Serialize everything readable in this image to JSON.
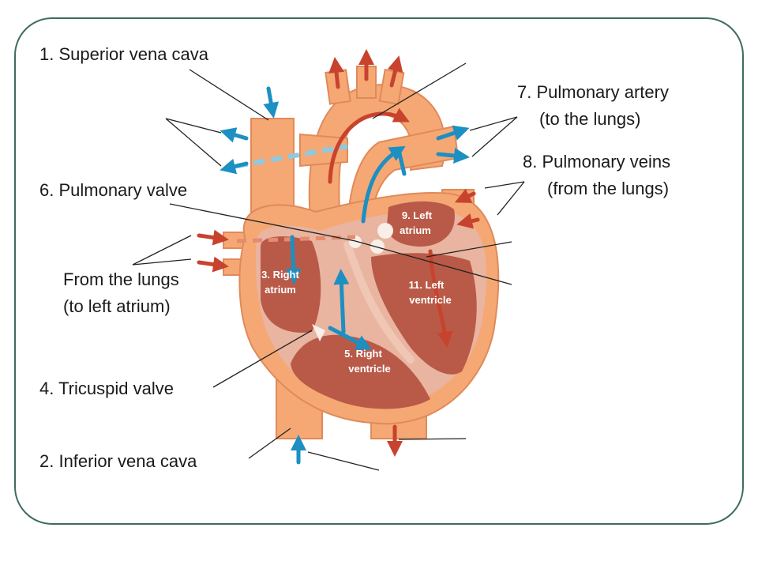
{
  "labels": {
    "superior_vena_cava": "1. Superior vena cava",
    "inferior_vena_cava": "2. Inferior vena cava",
    "tricuspid_valve": "4. Tricuspid valve",
    "pulmonary_valve": "6. Pulmonary valve",
    "pulmonary_artery_line1": "7. Pulmonary artery",
    "pulmonary_artery_line2": "(to the lungs)",
    "pulmonary_veins_line1": "8. Pulmonary veins",
    "pulmonary_veins_line2": "(from the lungs)",
    "from_lungs_line1": "From the lungs",
    "from_lungs_line2": "(to left atrium)"
  },
  "chambers": {
    "right_atrium_line1": "3. Right",
    "right_atrium_line2": "atrium",
    "right_ventricle_line1": "5. Right",
    "right_ventricle_line2": "ventricle",
    "left_atrium_line1": "9. Left",
    "left_atrium_line2": "atrium",
    "left_ventricle_line1": "11. Left",
    "left_ventricle_line2": "ventricle"
  },
  "colors": {
    "frame": "#3e6b63",
    "heart_outer": "#f5a873",
    "heart_dark": "#e08a5a",
    "muscle": "#e9b4a0",
    "chamber": "#b95a48",
    "oxygen_poor_arrow": "#1c8fc3",
    "oxygen_rich_arrow": "#c7432e"
  }
}
